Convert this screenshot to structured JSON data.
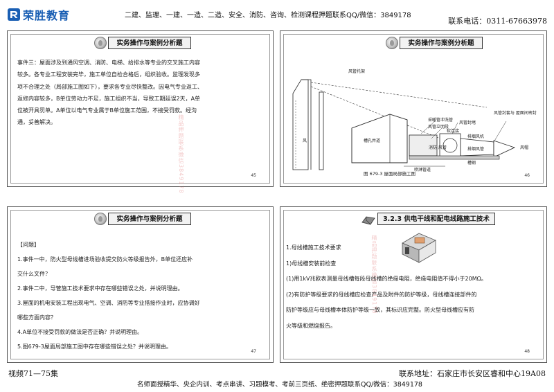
{
  "header": {
    "brand": "荣胜教育",
    "courses_line": "二建、监理、一建、一造、二造、安全、消防、咨询、检测课程押题联系QQ/微信：3849178",
    "phone": "联系电话：0311-67663978"
  },
  "slides": [
    {
      "title": "实务操作与案例分析题",
      "lines": [
        "事件三：屋面涉及到通风空调、消防、电梯、给排水等专业的交叉施工内容",
        "较多。各专业工程安装完毕，施工单位自检合格后，组织验收。监理发现多",
        "项不合理之处（局部施工图如下），要求各专业尽快整改。因电气专业返工、",
        "返修内容较多，B单位劳动力不足，施工组织不当，导致工期延误2天，A单",
        "位被开具罚单。A单位以电气专业属于B单位施工范围，不接受罚款。经沟",
        "通，妥善解决。"
      ],
      "page": "45",
      "watermark": "精品押题联系微信3849178"
    },
    {
      "title": "实务操作与案例分析题",
      "figure_labels": {
        "duct_support": "风管托架",
        "duct_fix": "风管封堵",
        "shaft_note": "风管封套与\n屋面间密封",
        "side_tag": "风",
        "channel": "槽孔井道",
        "pipe1": "采暖管冲洗管",
        "pipe2": "风管立明段",
        "flex": "软连接",
        "fan": "排烟风机",
        "air": "消防\n风管",
        "box": "排烟风管",
        "hood": "风帽",
        "sprinkler": "喷淋管道",
        "base": "槽钢"
      },
      "caption": "图 679-3  屋面局部施工图",
      "page": "46"
    },
    {
      "title": "实务操作与案例分析题",
      "lines": [
        "【问题】",
        "1.事件一中，防火型母线槽进场验收提交防火等级报告外，B单位还应补",
        "交什么文件？",
        "2.事件二中，导管施工技术要求中存在哪些错误之处，并说明理由。",
        "3.屋面的机电安装工程出现电气、空调、消防等专业搭接作业时，应协调好",
        "哪些方面内容？",
        "4.A单位不接受罚款的做法是否正确？并说明理由。",
        "5.图679-3屋面局部施工图中存在哪些错误之处？并说明理由。"
      ],
      "page": "47"
    },
    {
      "title": "3.2.3 供电干线和配电线路施工技术",
      "lines": [
        "1.母线槽施工技术要求",
        "1)母线槽安装前检查",
        "(1)用1kV兆欧表测量母线槽每段母线槽的绝缘电阻，绝缘电阻值不得小于20MΩ。",
        "(2)有防护等级要求的母线槽应检查产品及附件的防护等级，母线槽连接部件的",
        "防护等级应与母线槽本体防护等级一致，其标识应完整。防火型母线槽应有防",
        "火等级和燃烧报告。"
      ],
      "page": "48",
      "watermark": "精品押题联系微信3849178"
    }
  ],
  "footer": {
    "video": "视频71—75集",
    "address": "联系地址：石家庄市长安区睿和中心19A08",
    "services": "名师面授精华、央企内训、考点串讲、习题模考、考前三页纸、绝密押题联系QQ/微信：3849178"
  }
}
